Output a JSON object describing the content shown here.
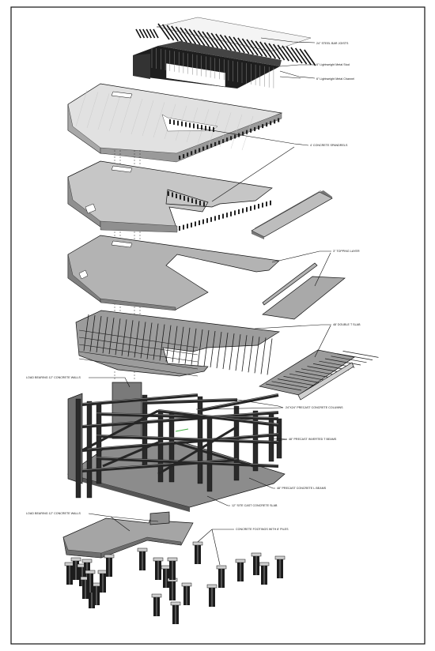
{
  "labels": {
    "steel_bar_joists": "24\" STEEL BAR JOISTS",
    "lightweight_metal_stud": "6\" Lightweight Metal Stud",
    "lightweight_metal_channel": "6\" Lightweight Metal Channel",
    "concrete_spandrels": "4' CONCRETE SPANDRELS",
    "topping_layer": "3\" TOPPING LAYER",
    "double_t_slab": "48' DOUBLE T SLAB",
    "load_bearing_walls_upper": "LOAD BEARING 12\" CONCRETE WALLS",
    "precast_columns": "24\"X24\" PRECAST CONCRETE COLUMNS",
    "inverted_t_beams": "48\" PRECAST INVERTED T BEAMS",
    "l_beams": "48\" PRECAST CONCRETE L BEAMS",
    "site_cast_slab": "12\" SITE CAST CONCRETE SLAB",
    "load_bearing_walls_lower": "LOAD BEARING 12\" CONCRETE WALLS",
    "footings_piles": "CONCRETE FOOTINGS WITH 8' PILES"
  },
  "colors": {
    "border": "#111111",
    "slab_light": "#d9d9d9",
    "slab_mid": "#bdbdbd",
    "slab_dark": "#8a8a8a",
    "steel_dark": "#2a2a2a",
    "accent_green": "#3fae3f"
  }
}
